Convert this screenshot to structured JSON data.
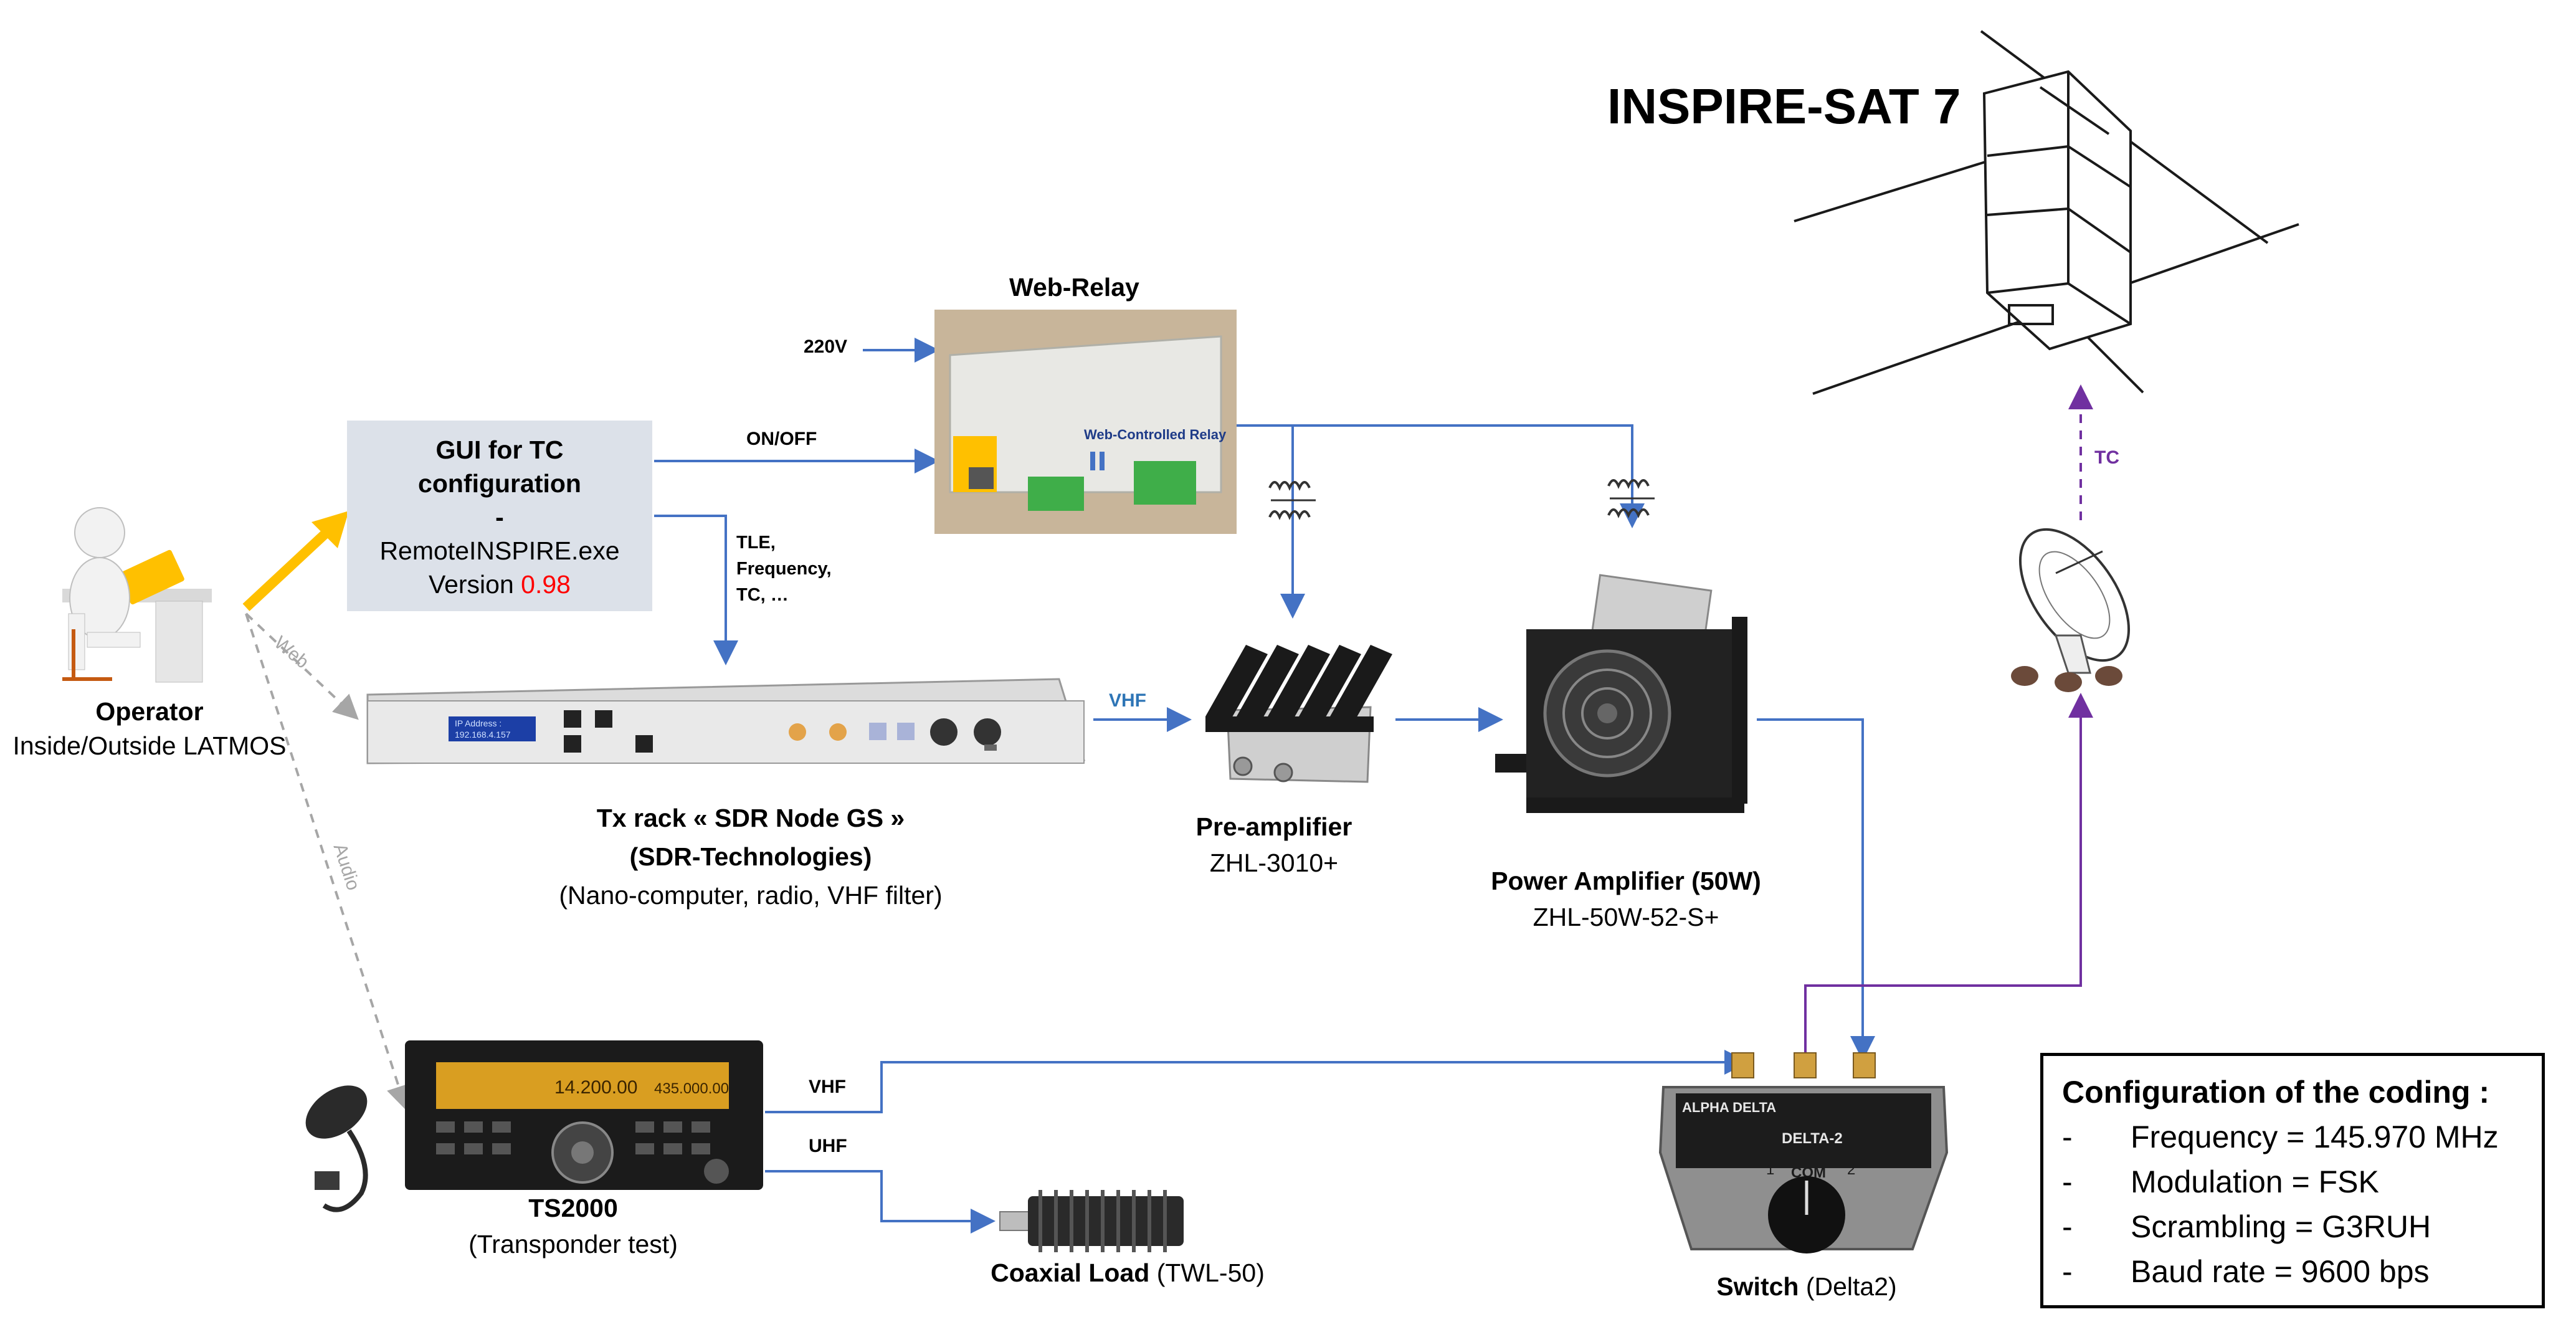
{
  "title": "INSPIRE-SAT 7",
  "colors": {
    "link_blue": "#4472c4",
    "tc_purple": "#7030a0",
    "web_gray": "#a6a6a6",
    "arrow_yellow": "#ffc000",
    "version_red": "#ff0000",
    "gui_box_bg": "#dce1e9",
    "vhf_text": "#2e75b6"
  },
  "operator": {
    "name": "Operator",
    "location": "Inside/Outside LATMOS"
  },
  "gui": {
    "title_line1": "GUI for TC",
    "title_line2": "configuration",
    "separator": "-",
    "exe": "RemoteINSPIRE.exe",
    "version_label": "Version",
    "version_number": "0.98"
  },
  "web_relay": {
    "label": "Web-Relay",
    "power_in": "220V",
    "device_text": "Web-Controlled Relay"
  },
  "links": {
    "on_off": "ON/OFF",
    "tle_line1": "TLE,",
    "tle_line2": "Frequency,",
    "tle_line3": "TC, …",
    "web": "Web",
    "audio": "Audio",
    "vhf_tx": "VHF",
    "vhf_ts": "VHF",
    "uhf_ts": "UHF",
    "tc": "TC"
  },
  "tx_rack": {
    "line1": "Tx rack « SDR Node GS »",
    "line2": "(SDR-Technologies)",
    "line3": "(Nano-computer, radio, VHF filter)",
    "screen_text_1": "IP Address :",
    "screen_text_2": "192.168.4.157"
  },
  "pre_amplifier": {
    "name": "Pre-amplifier",
    "model": "ZHL-3010+"
  },
  "power_amplifier": {
    "name": "Power Amplifier (50W)",
    "model": "ZHL-50W-52-S+"
  },
  "ts2000": {
    "name": "TS2000",
    "purpose": "(Transponder test)",
    "display_freq_1": "14.200.00",
    "display_freq_2": "435.000.00"
  },
  "coaxial_load": {
    "name": "Coaxial Load",
    "model": "(TWL-50)"
  },
  "switch": {
    "name": "Switch",
    "model": "(Delta2)",
    "brand": "ALPHA DELTA",
    "device_model": "DELTA-2",
    "com": "COM",
    "port1": "1",
    "port2": "2"
  },
  "config": {
    "title": "Configuration of the coding :",
    "items": [
      {
        "dash": "-",
        "text": "Frequency = 145.970 MHz"
      },
      {
        "dash": "-",
        "text": "Modulation = FSK"
      },
      {
        "dash": "-",
        "text": "Scrambling = G3RUH"
      },
      {
        "dash": "-",
        "text": "Baud rate = 9600 bps"
      }
    ]
  }
}
